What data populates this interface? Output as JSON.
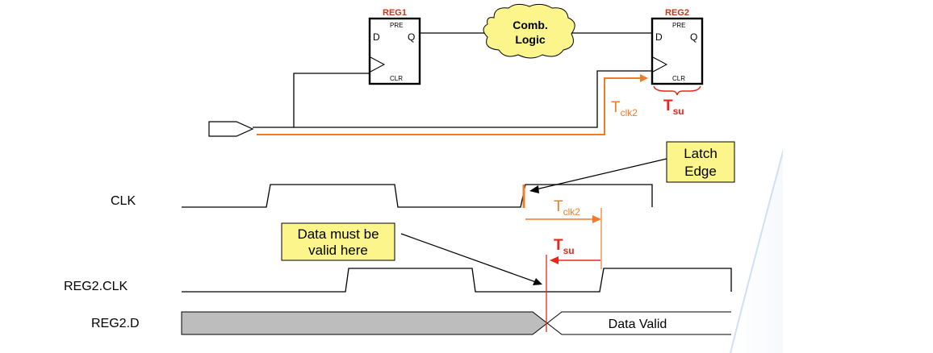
{
  "circuit": {
    "reg1": {
      "title": "REG1",
      "pre": "PRE",
      "d": "D",
      "q": "Q",
      "clr": "CLR"
    },
    "reg2": {
      "title": "REG2",
      "pre": "PRE",
      "d": "D",
      "q": "Q",
      "clr": "CLR"
    },
    "comb_logic": {
      "line1": "Comb.",
      "line2": "Logic"
    },
    "tclk2": {
      "main": "T",
      "sub": "clk2"
    },
    "tsu": {
      "main": "T",
      "sub": "su"
    }
  },
  "waveforms": {
    "clk_label": "CLK",
    "reg2_clk_label": "REG2.CLK",
    "reg2_d_label": "REG2.D",
    "data_valid": "Data Valid"
  },
  "callouts": {
    "latch_edge": {
      "line1": "Latch",
      "line2": "Edge"
    },
    "data_valid_here": {
      "line1": "Data must be",
      "line2": "valid here"
    }
  },
  "timing": {
    "tclk2": {
      "main": "T",
      "sub": "clk2"
    },
    "tsu": {
      "main": "T",
      "sub": "su"
    }
  },
  "colors": {
    "orange": "#f07c2a",
    "red": "#e8261c",
    "reg_title": "#c0391b",
    "callout_fill": "#fbf58c",
    "cloud_fill": "#fbf58c",
    "data_invalid_fill": "#bdbdbd",
    "accent_blue": "#dde9f7"
  }
}
